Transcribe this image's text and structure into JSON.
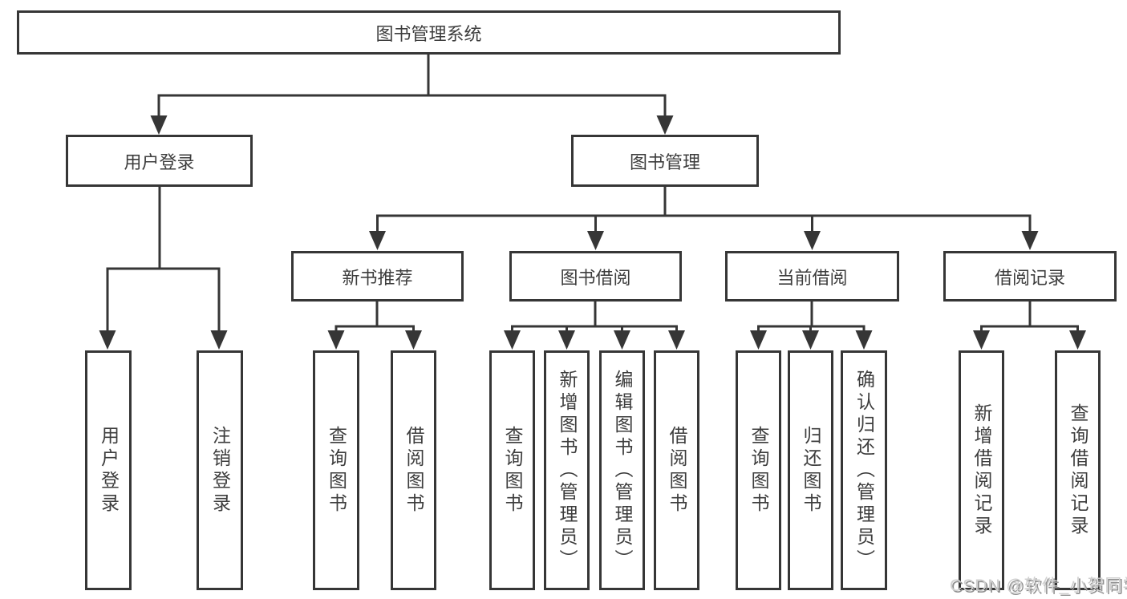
{
  "diagram": {
    "root": {
      "label": "图书管理系统"
    },
    "branches": [
      {
        "label": "用户登录",
        "children": [
          {
            "label": "用户登录"
          },
          {
            "label": "注销登录"
          }
        ]
      },
      {
        "label": "图书管理",
        "children": [
          {
            "label": "新书推荐",
            "children": [
              {
                "label": "查询图书"
              },
              {
                "label": "借阅图书"
              }
            ]
          },
          {
            "label": "图书借阅",
            "children": [
              {
                "label": "查询图书"
              },
              {
                "label": "新增图书（管理员）"
              },
              {
                "label": "编辑图书（管理员）"
              },
              {
                "label": "借阅图书"
              }
            ]
          },
          {
            "label": "当前借阅",
            "children": [
              {
                "label": "查询图书"
              },
              {
                "label": "归还图书"
              },
              {
                "label": "确认归还（管理员）"
              }
            ]
          },
          {
            "label": "借阅记录",
            "children": [
              {
                "label": "新增借阅记录"
              },
              {
                "label": "查询借阅记录"
              }
            ]
          }
        ]
      }
    ],
    "colors": {
      "line": "#363636",
      "text": "#3d3d3d",
      "background": "#ffffff",
      "watermark": "#cfcfcf"
    },
    "watermark": {
      "text": "CSDN @软件_小贺同学"
    }
  }
}
